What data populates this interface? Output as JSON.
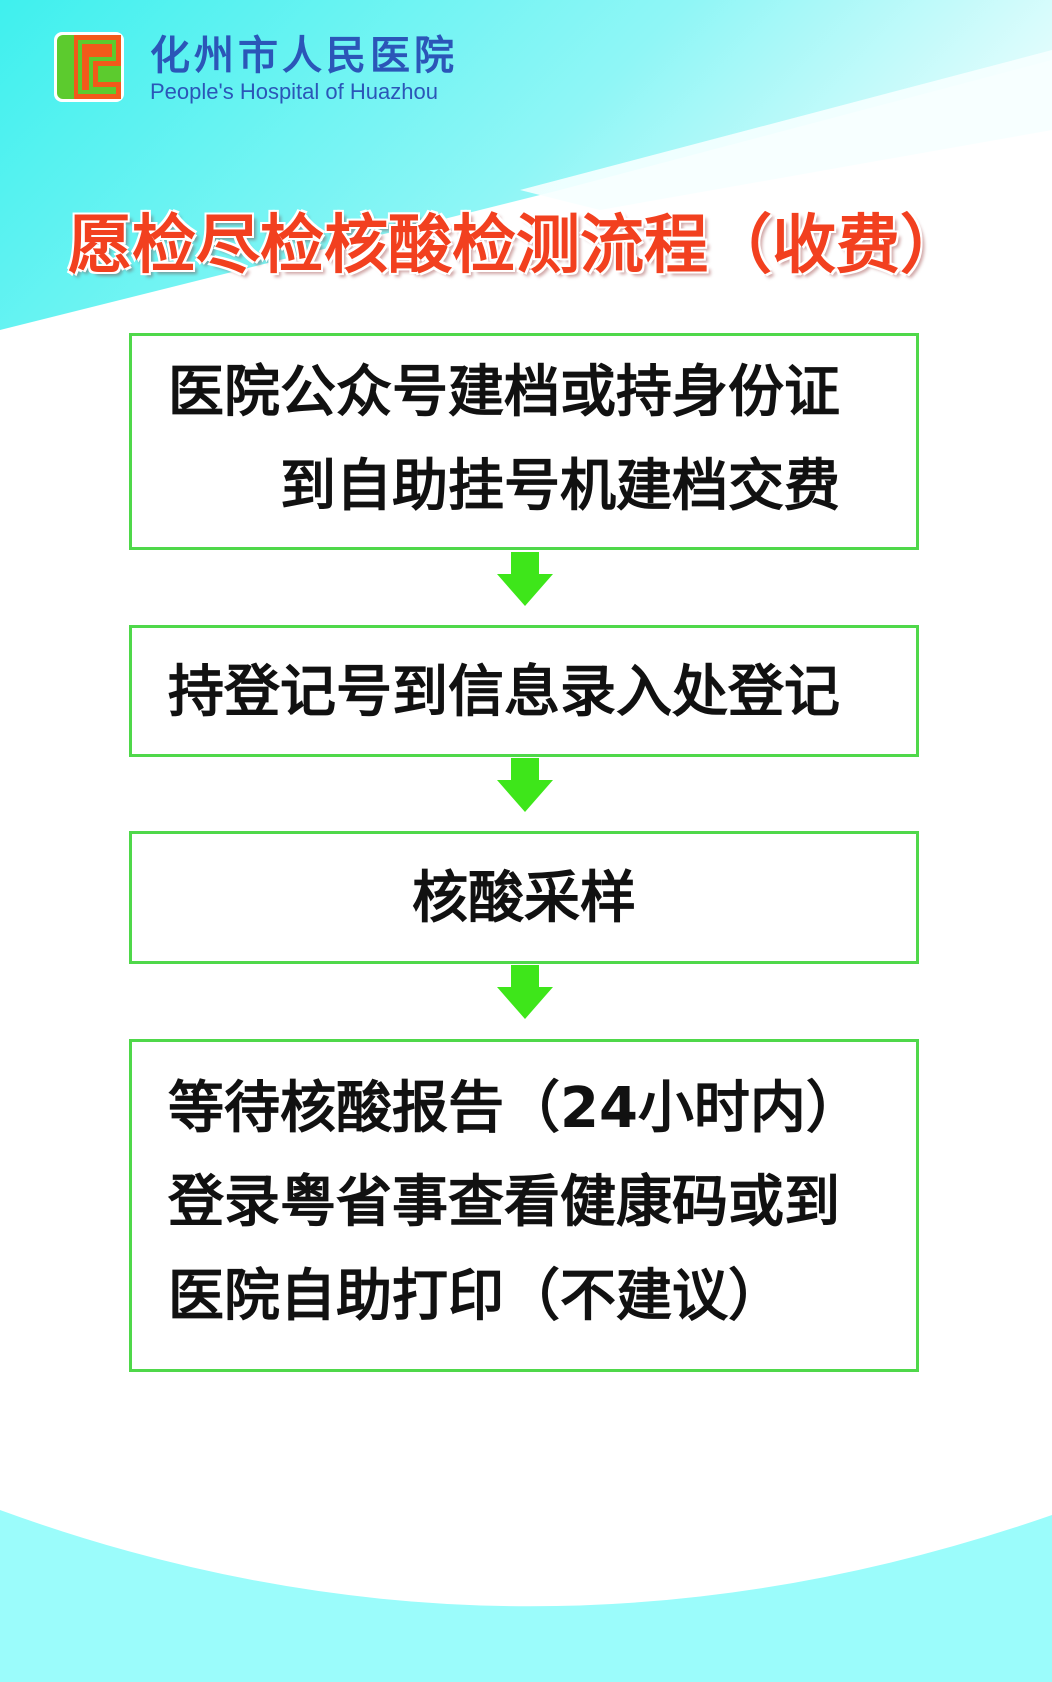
{
  "header": {
    "logo_icon": "hospital-logo",
    "hospital_name_cn": "化州市人民医院",
    "hospital_name_en": "People's Hospital of Huazhou"
  },
  "title": "愿检尽检核酸检测流程（收费）",
  "steps": [
    {
      "lines": [
        "医院公众号建档或持身份证",
        "到自助挂号机建档交费"
      ]
    },
    {
      "lines": [
        "持登记号到信息录入处登记"
      ]
    },
    {
      "lines": [
        "核酸采样"
      ]
    },
    {
      "lines": [
        "等待核酸报告（24小时内）",
        "登录粤省事查看健康码或到",
        "医院自助打印（不建议）"
      ]
    }
  ],
  "colors": {
    "cyan": "#66f3f3",
    "title_red": "#f2401f",
    "green": "#4fd84a",
    "arrow": "#3ee61a"
  }
}
